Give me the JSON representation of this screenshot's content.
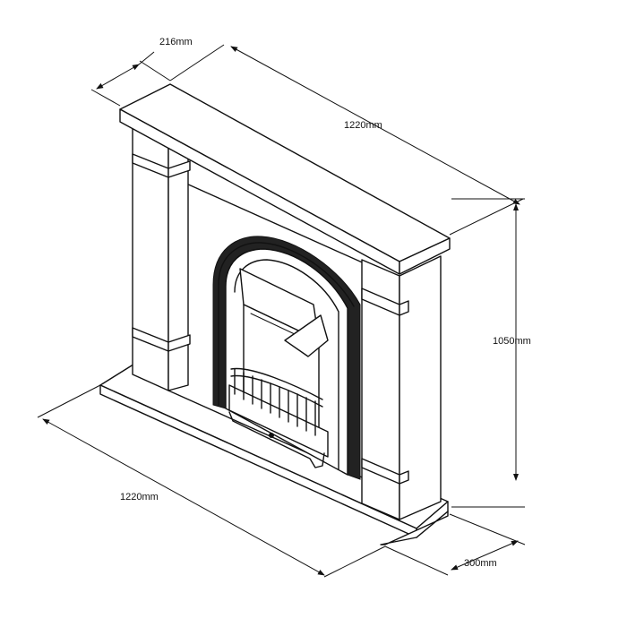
{
  "dimensions": {
    "mantel_depth": "216mm",
    "mantel_width": "1220mm",
    "height": "1050mm",
    "base_width": "1220mm",
    "base_depth": "300mm"
  }
}
